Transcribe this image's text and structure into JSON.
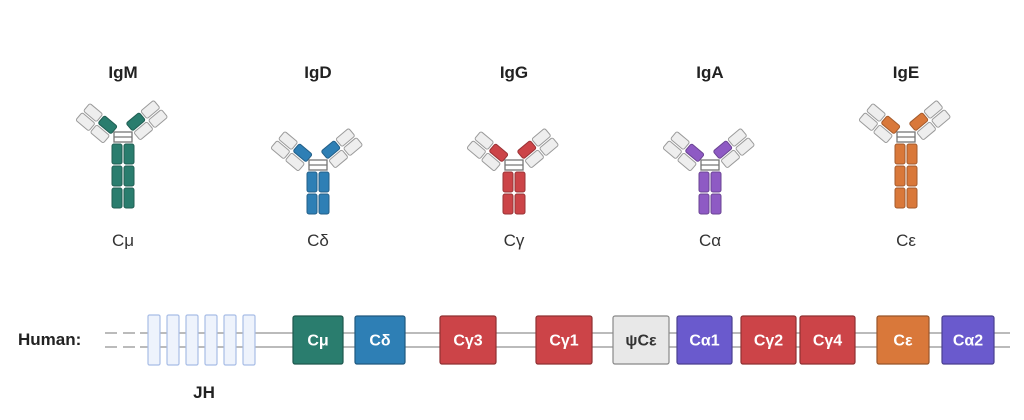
{
  "antibodies": [
    {
      "isotype": "IgM",
      "constant": "Cμ",
      "color": "#2a7d6e"
    },
    {
      "isotype": "IgD",
      "constant": "Cδ",
      "color": "#2e7fb5"
    },
    {
      "isotype": "IgG",
      "constant": "Cγ",
      "color": "#cc4448"
    },
    {
      "isotype": "IgA",
      "constant": "Cα",
      "color": "#8e5ac4"
    },
    {
      "isotype": "IgE",
      "constant": "Cε",
      "color": "#d9783a"
    }
  ],
  "locus": {
    "label": "Human:",
    "jh_label": "JH",
    "segments": [
      {
        "label": "Cμ",
        "color": "#2a7d6e",
        "text_color": "#ffffff"
      },
      {
        "label": "Cδ",
        "color": "#2e7fb5",
        "text_color": "#ffffff"
      },
      {
        "label": "Cγ3",
        "color": "#cc4448",
        "text_color": "#ffffff"
      },
      {
        "label": "Cγ1",
        "color": "#cc4448",
        "text_color": "#ffffff"
      },
      {
        "label": "ψCε",
        "color": "#e8e8e8",
        "text_color": "#333333"
      },
      {
        "label": "Cα1",
        "color": "#6a5acd",
        "text_color": "#ffffff"
      },
      {
        "label": "Cγ2",
        "color": "#cc4448",
        "text_color": "#ffffff"
      },
      {
        "label": "Cγ4",
        "color": "#cc4448",
        "text_color": "#ffffff"
      },
      {
        "label": "Cε",
        "color": "#d9783a",
        "text_color": "#ffffff"
      },
      {
        "label": "Cα2",
        "color": "#6a5acd",
        "text_color": "#ffffff"
      }
    ]
  }
}
